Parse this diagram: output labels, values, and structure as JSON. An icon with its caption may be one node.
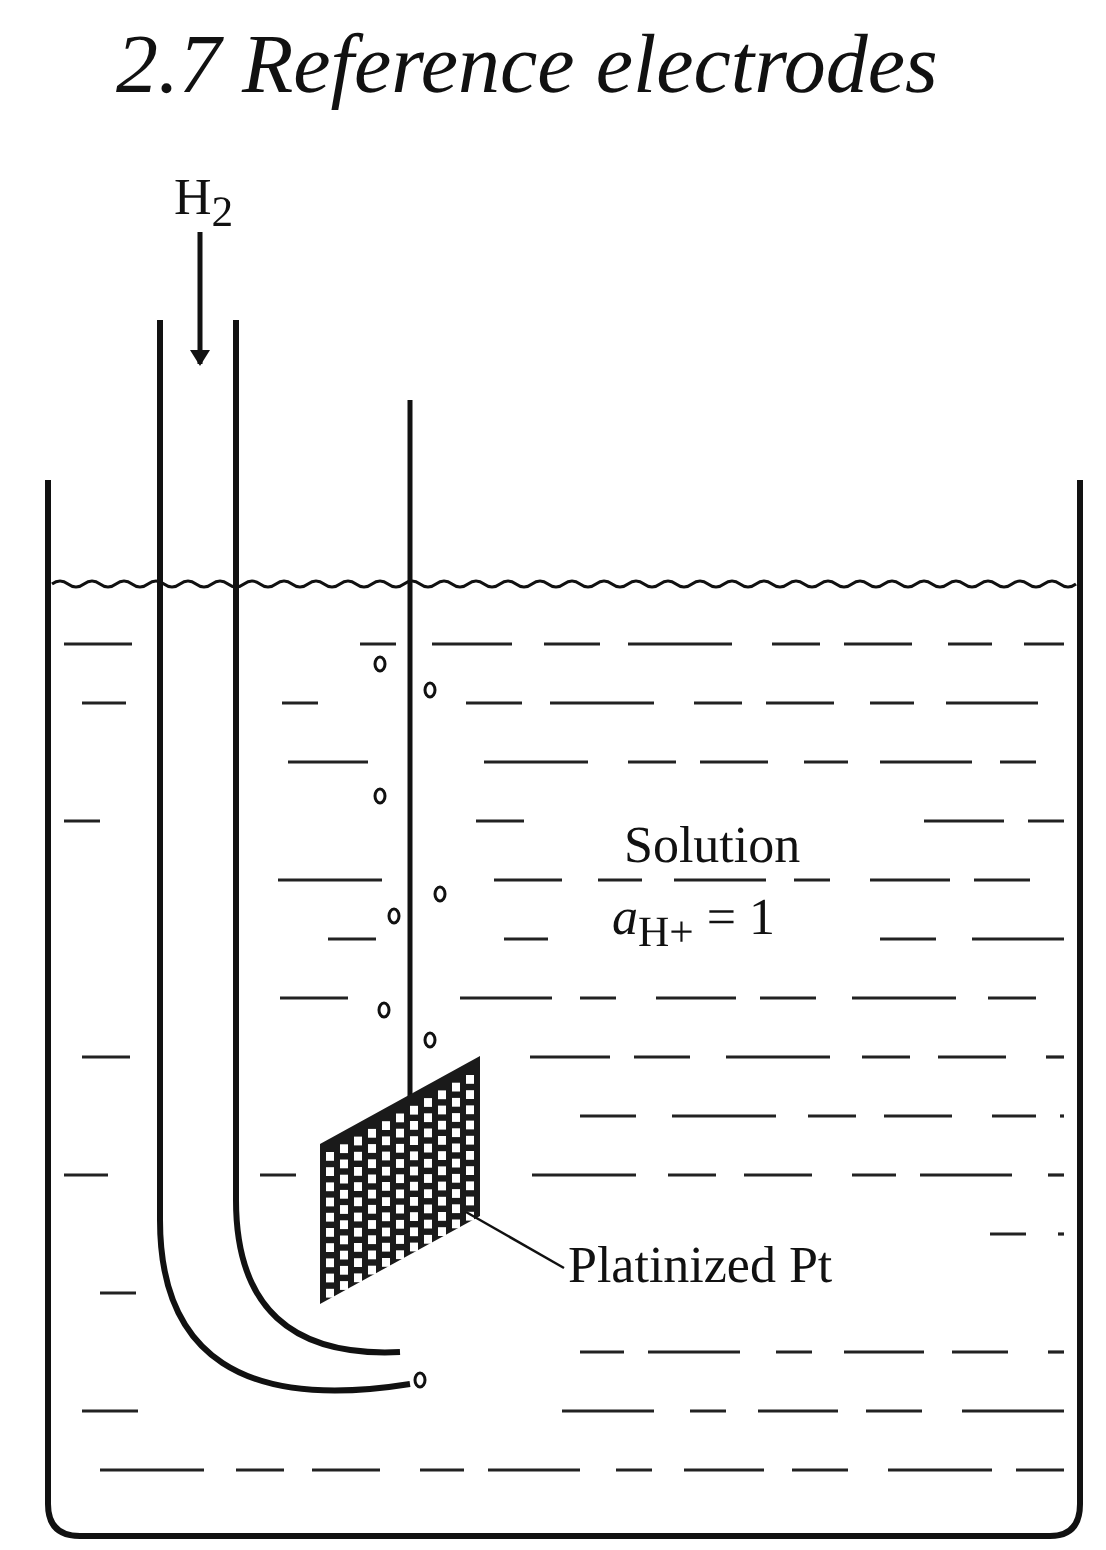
{
  "diagram": {
    "title": "2.7 Reference electrodes",
    "nodes": [
      {
        "text": [
          "H$_{2}$"
        ]
      },
      {
        "text": [],
        "shape": "tube"
      },
      {
        "text": [
          "Platinized Pt"
        ]
      },
      {
        "text": [],
        "shape": "mesh"
      }
    ],
    "edges": [
      {
        "from": 0,
        "to": 1,
        "arrow": "to"
      },
      {
        "from": 2,
        "to": 3,
        "arrow": "none"
      }
    ],
    "labels": [
      "Solution",
      "*a*$_{H+}$ = 1"
    ]
  }
}
